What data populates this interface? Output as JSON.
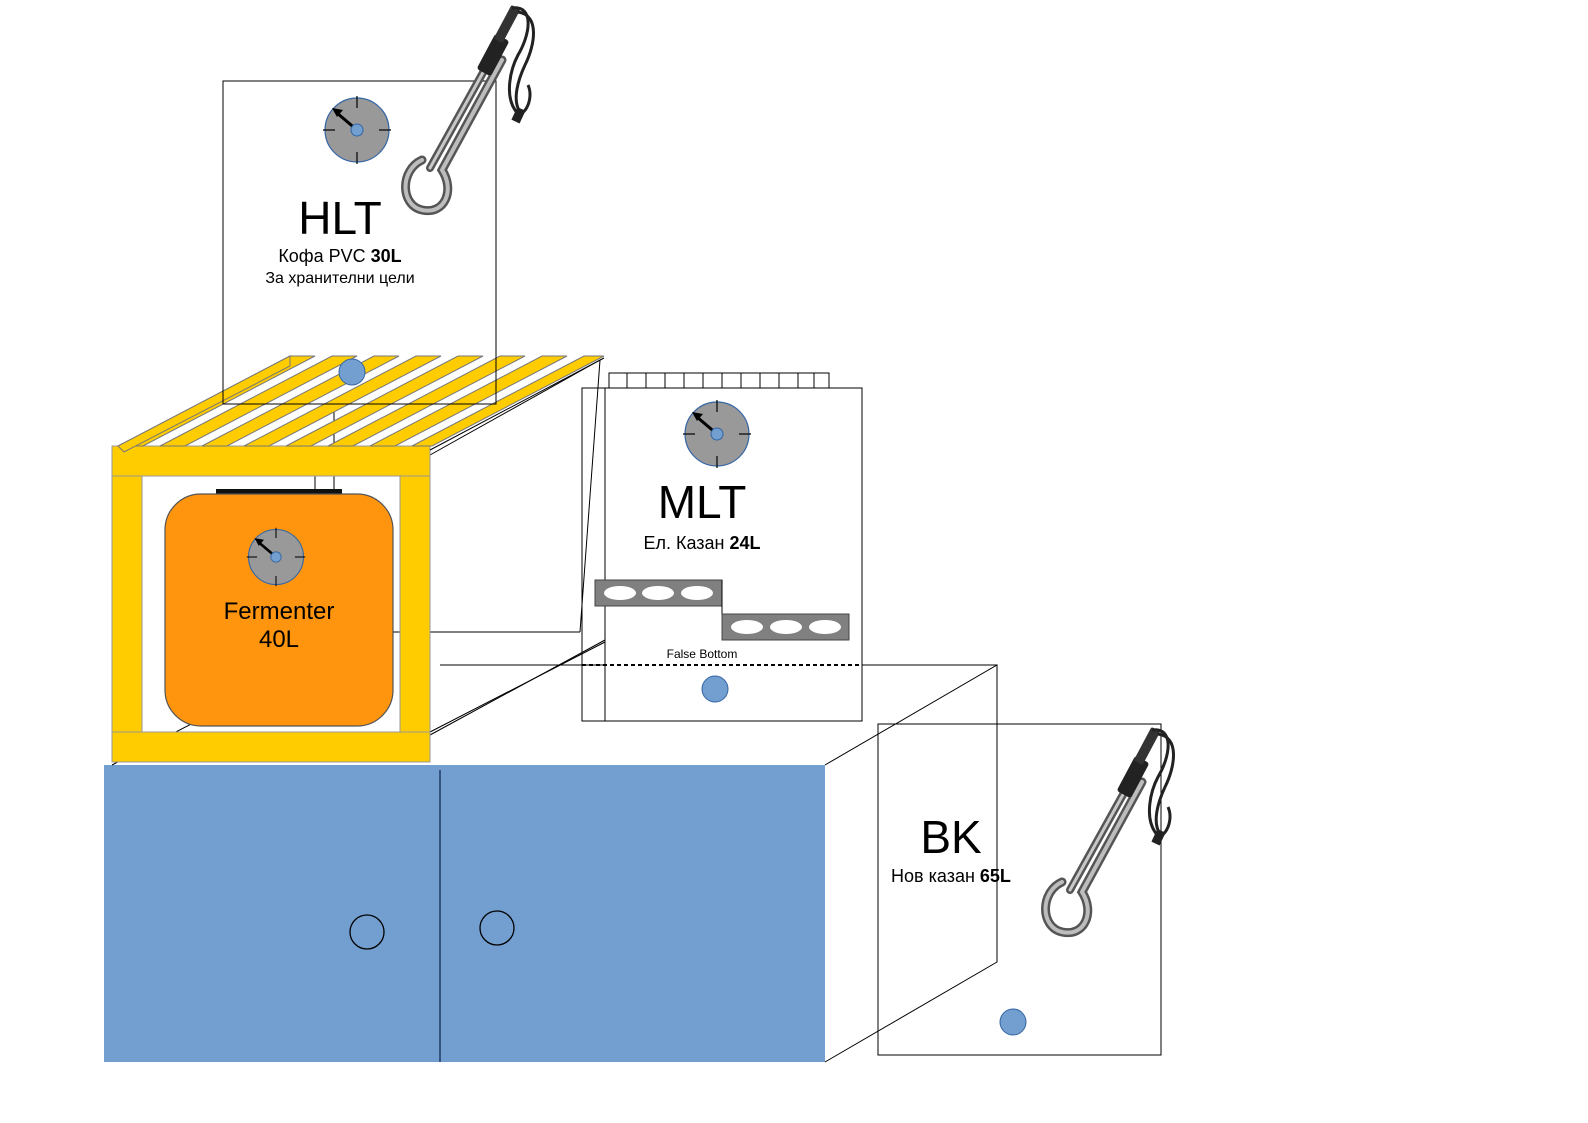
{
  "colors": {
    "cabinet": "#729fcf",
    "frame": "#ffcc00",
    "fermenter": "#ff950e",
    "gauge": "#999999",
    "port": "#729fcf",
    "plate": "#808080"
  },
  "hlt": {
    "title": "HLT",
    "desc": "Кофа PVC ",
    "volume": "30L",
    "note": "За хранителни цели"
  },
  "mlt": {
    "title": "MLT",
    "desc": "Ел. Казан ",
    "volume": "24L",
    "false_bottom": "False Bottom"
  },
  "fermenter": {
    "title": "Fermenter",
    "volume": "40L"
  },
  "bk": {
    "title": "BK",
    "desc": "Нов казан ",
    "volume": "65L"
  },
  "icons": [
    "immersion-heater-icon",
    "thermometer-gauge-icon",
    "valve-port-icon"
  ]
}
